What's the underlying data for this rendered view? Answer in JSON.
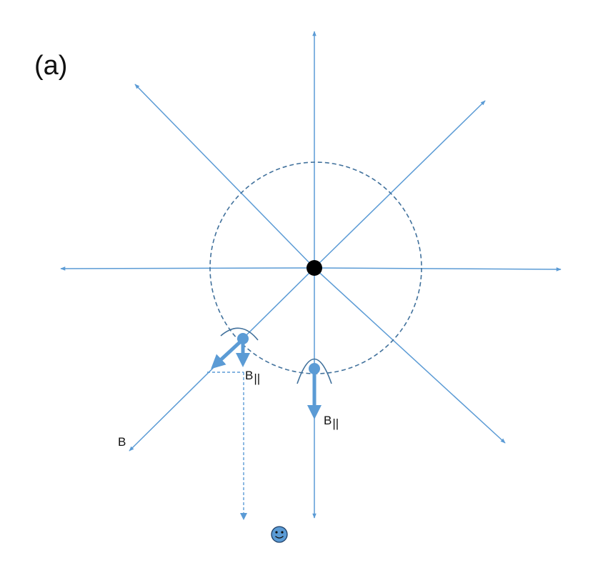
{
  "panel_label": "(a)",
  "labels": {
    "b_field": "B",
    "b_parallel_left": "B",
    "b_parallel_left_sub": "||",
    "b_parallel_right": "B",
    "b_parallel_right_sub": "||"
  },
  "icons": {
    "observer": "smiley-face-icon"
  },
  "colors": {
    "field_line": "#5b9bd5",
    "dashed_circle": "#41719c",
    "central_charge": "#000000",
    "particle": "#5b9bd5",
    "cone": "#41719c",
    "text": "#111111"
  }
}
